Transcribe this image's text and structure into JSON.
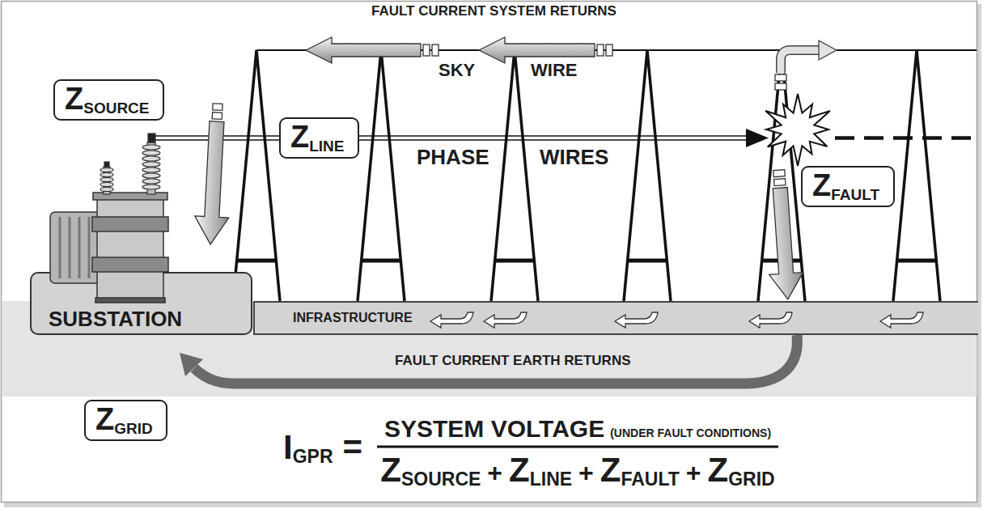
{
  "diagram": {
    "nodes": [
      {
        "text": [
          "Z",
          "SOURCE"
        ]
      },
      {
        "text": [
          "Z",
          "LINE"
        ]
      },
      {
        "text": [
          "Z",
          "FAULT"
        ]
      },
      {
        "text": [
          "SUBSTATION"
        ]
      },
      {
        "text": [
          "INFRASTRUCTURE"
        ]
      },
      {
        "text": [
          "Z",
          "GRID"
        ]
      }
    ],
    "labels": [
      "FAULT CURRENT SYSTEM RETURNS",
      "SKY",
      "WIRE",
      "PHASE",
      "WIRES",
      "FAULT CURRENT EARTH RETURNS",
      "I",
      "GPR",
      "=",
      "SYSTEM VOLTAGE",
      "(UNDER FAULT CONDITIONS)",
      "Z",
      "SOURCE",
      "+",
      "Z",
      "LINE",
      "+",
      "Z",
      "FAULT",
      "+",
      "Z",
      "GRID"
    ]
  }
}
